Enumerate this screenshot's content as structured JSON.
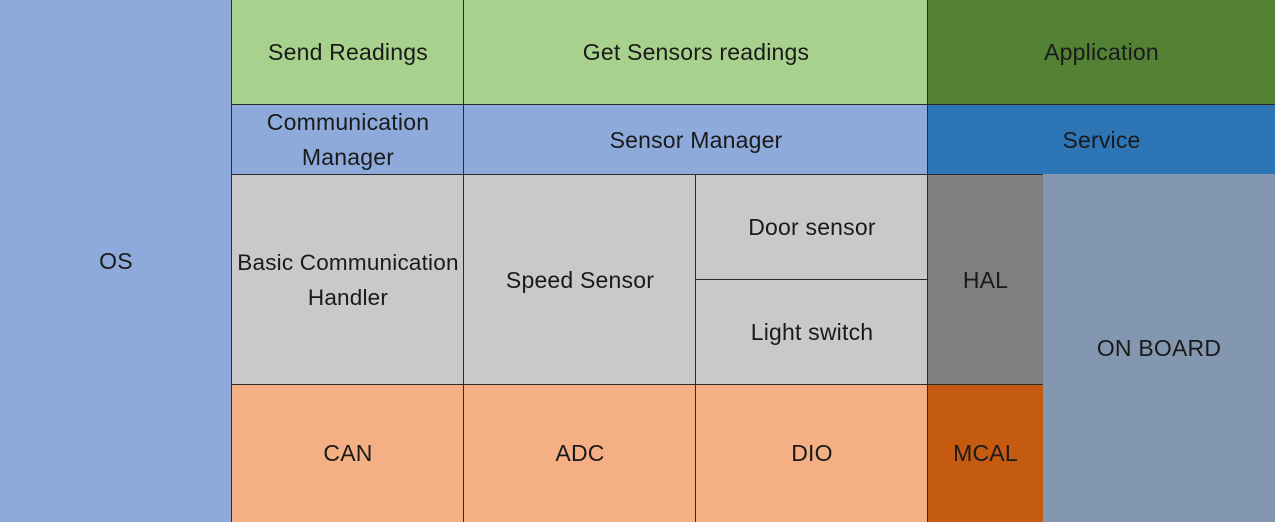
{
  "colors": {
    "os_blue": "#8eaadb",
    "app_green_light": "#a9d18e",
    "app_green_dark": "#548235",
    "service_blue": "#2e75b6",
    "hal_gray_light": "#c9c9c9",
    "hal_gray_dark": "#7f7f7f",
    "mcal_orange_light": "#f4b084",
    "mcal_orange_dark": "#c55a11",
    "onboard_slate": "#8497b0"
  },
  "diagram": {
    "os": "OS",
    "application": {
      "send_readings": "Send Readings",
      "get_sensors_readings": "Get Sensors readings",
      "layer_label": "Application"
    },
    "service": {
      "communication_manager": "Communication\nManager",
      "sensor_manager": "Sensor Manager",
      "layer_label": "Service"
    },
    "hal": {
      "basic_communication_handler": "Basic Communication\nHandler",
      "speed_sensor": "Speed Sensor",
      "door_sensor": "Door sensor",
      "light_switch": "Light switch",
      "layer_label": "HAL"
    },
    "mcal": {
      "can": "CAN",
      "adc": "ADC",
      "dio": "DIO",
      "layer_label": "MCAL"
    },
    "on_board": "ON BOARD"
  }
}
